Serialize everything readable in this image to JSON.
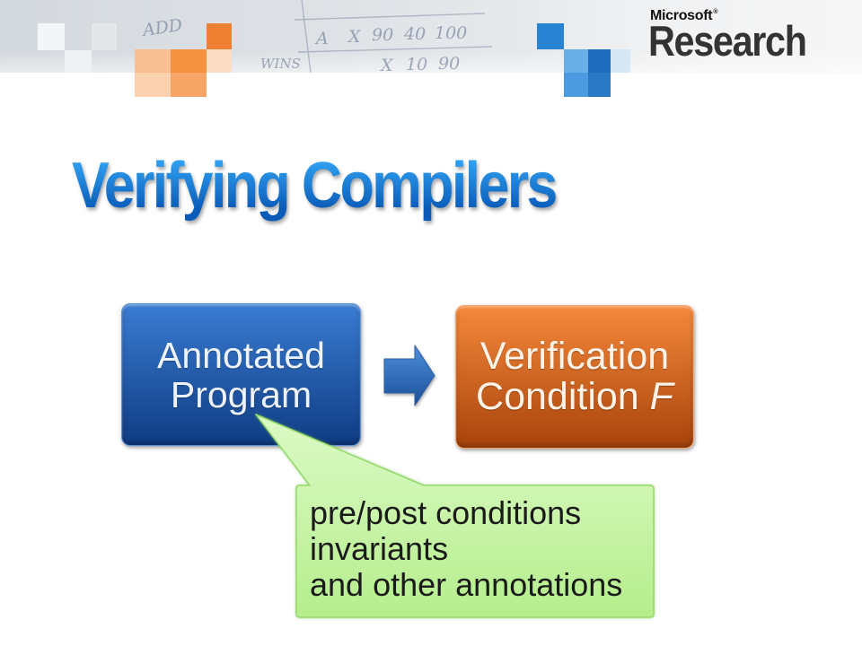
{
  "banner": {
    "whiteboard_marks": [
      "ADD",
      "A",
      "X",
      "90",
      "40",
      "100",
      "WINS",
      "X",
      "10",
      "90"
    ]
  },
  "logo": {
    "brand": "Microsoft",
    "registered_mark": "®",
    "product": "Research"
  },
  "slide": {
    "title": "Verifying Compilers"
  },
  "diagram": {
    "nodes": [
      {
        "line1": "Annotated",
        "line2": "Program"
      },
      {
        "line1": "Verification",
        "line2": "Condition",
        "variable": "F"
      }
    ],
    "arrow": {
      "icon": "right-arrow-icon"
    },
    "callout": {
      "lines": [
        "pre/post conditions",
        "invariants",
        "and other annotations"
      ]
    }
  },
  "colors": {
    "title_top": "#2e9ef0",
    "title_bottom": "#0b5cb8",
    "node_blue_top": "#3a7cd2",
    "node_blue_bottom": "#0f3c83",
    "node_orange_top": "#f5893b",
    "node_orange_bottom": "#a8430b",
    "arrow_top": "#4d8fdc",
    "arrow_bottom": "#1b4f98",
    "callout_top": "#dcfac6",
    "callout_bottom": "#b5ee8c",
    "callout_text": "#1a1a1a",
    "logo_text": "#333333"
  }
}
